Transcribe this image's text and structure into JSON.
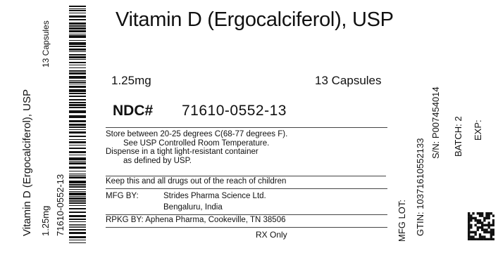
{
  "label": {
    "title": "Vitamin D (Ergocalciferol), USP",
    "strength": "1.25mg",
    "count": "13 Capsules",
    "ndc_prefix": "NDC#",
    "ndc_number": "71610-0552-13",
    "storage_lines": [
      "Store between 20-25 degrees C(68-77 degrees F).",
      "See USP Controlled Room Temperature.",
      "Dispense in a tight light-resistant container",
      "as defined by USP."
    ],
    "warning": "Keep this and all drugs out of the reach of children",
    "mfg_label": "MFG BY:",
    "mfg_name": "Strides Pharma Science Ltd.",
    "mfg_city": "Bengaluru, India",
    "rpkg": "RPKG BY: Aphena Pharma, Cookeville, TN 38506",
    "rx": "RX Only"
  },
  "spine": {
    "title": "Vitamin D (Ergocalciferol), USP",
    "count": "13 Capsules",
    "strength": "1.25mg",
    "ndc": "71610-0552-13"
  },
  "right_panel": {
    "mfg_lot": "MFG LOT:",
    "gtin": "GTIN: 10371610552133",
    "serial": "S/N: P007454014",
    "batch": "BATCH: 2",
    "exp": "EXP:"
  },
  "colors": {
    "ink": "#111111",
    "background": "#ffffff"
  },
  "icons": [
    "barcode",
    "datamatrix-code"
  ]
}
